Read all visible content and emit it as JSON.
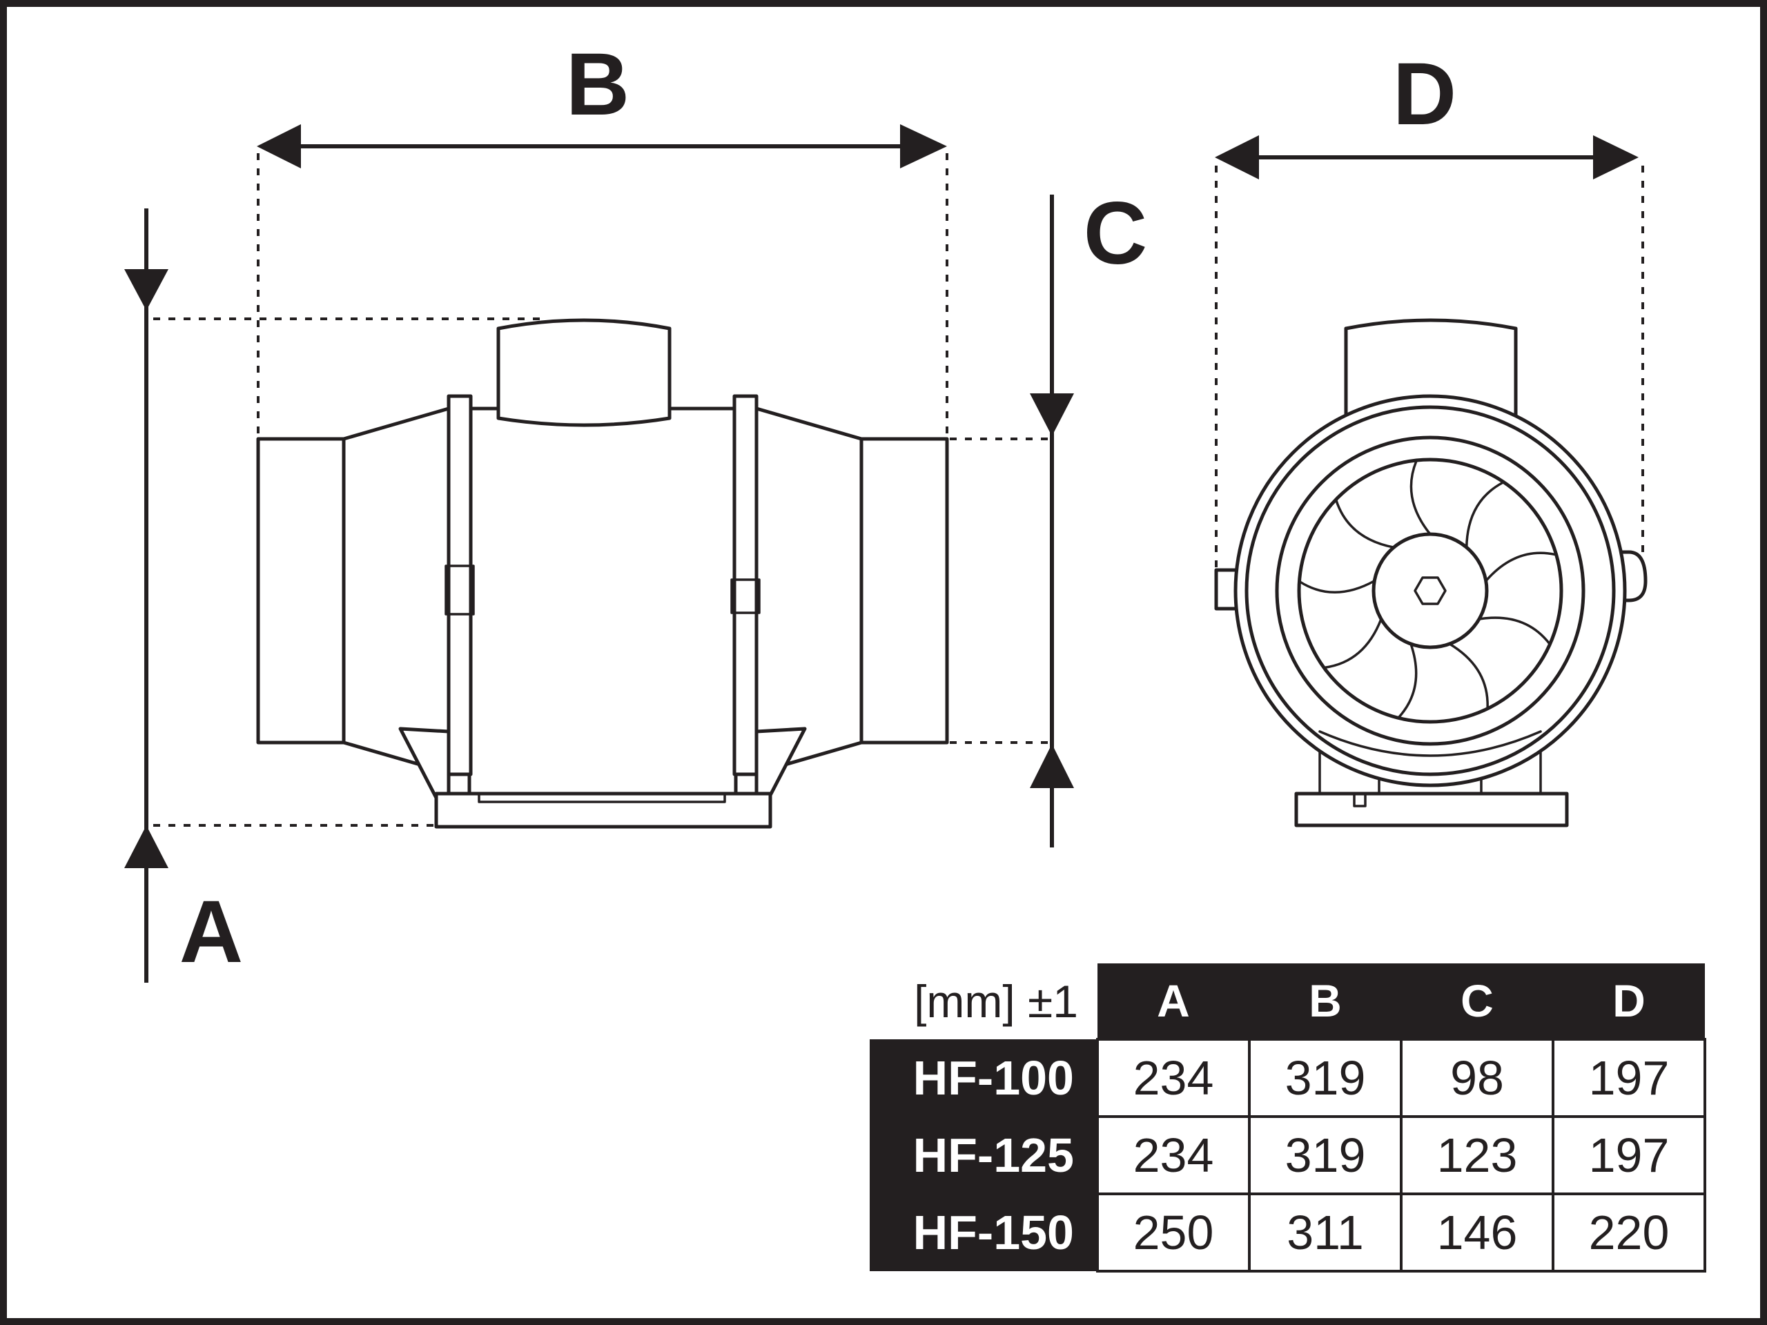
{
  "labels": {
    "a": "A",
    "b": "B",
    "c": "C",
    "d": "D"
  },
  "table": {
    "unit": "[mm] ±1",
    "columns": [
      "A",
      "B",
      "C",
      "D"
    ],
    "rows": [
      {
        "model": "HF-100",
        "values": [
          "234",
          "319",
          "98",
          "197"
        ]
      },
      {
        "model": "HF-125",
        "values": [
          "234",
          "319",
          "123",
          "197"
        ]
      },
      {
        "model": "HF-150",
        "values": [
          "250",
          "311",
          "146",
          "220"
        ]
      }
    ]
  },
  "colors": {
    "line": "#231f20",
    "background": "#ffffff"
  }
}
